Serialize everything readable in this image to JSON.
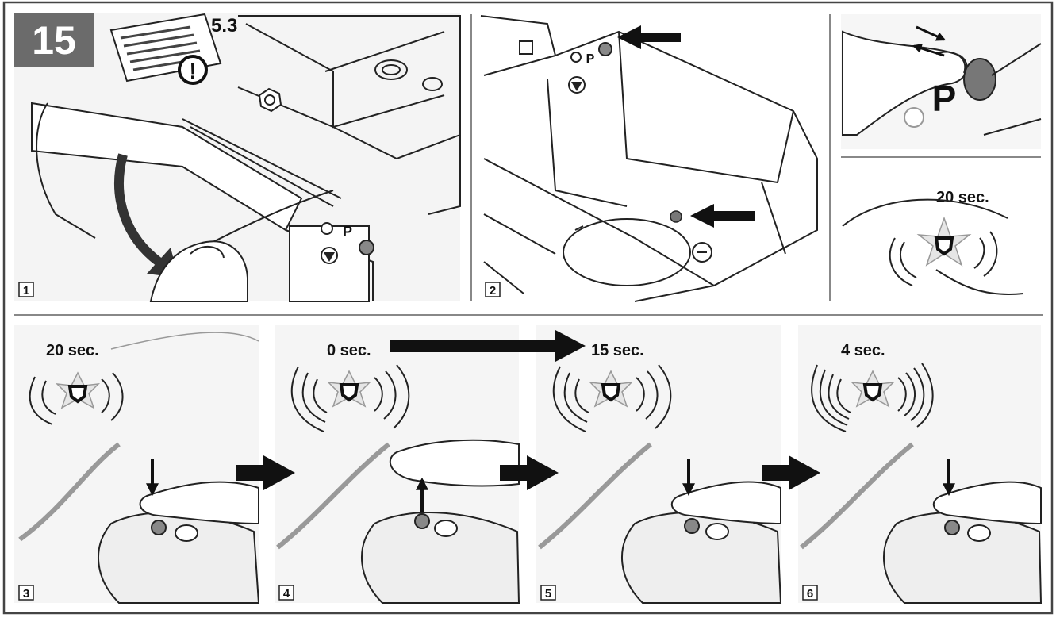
{
  "header": {
    "step_number": "15",
    "section_reference": "5.3",
    "warning_symbol": "!",
    "badge_color": "#6b6b6b",
    "manual_icon": "manual-page-icon",
    "warning_icon": "exclamation-circle-icon"
  },
  "panels": {
    "p1": {
      "number": "1",
      "parking_button_letter": "P"
    },
    "p2": {
      "number": "2",
      "parking_button_letter": "P"
    },
    "p_top_right": {
      "parking_button_letter": "P"
    },
    "p_light": {
      "duration": "20 sec."
    },
    "p3": {
      "number": "3",
      "duration": "20 sec."
    },
    "p4": {
      "number": "4",
      "duration_start": "0 sec."
    },
    "p5": {
      "number": "5",
      "duration_end": "15 sec."
    },
    "p6": {
      "number": "6",
      "duration": "4 sec."
    }
  },
  "colors": {
    "frame": "#444444",
    "line_art": "#222222",
    "button_fill": "#7a7a7a",
    "led_shadow": "#bdbdbd"
  }
}
